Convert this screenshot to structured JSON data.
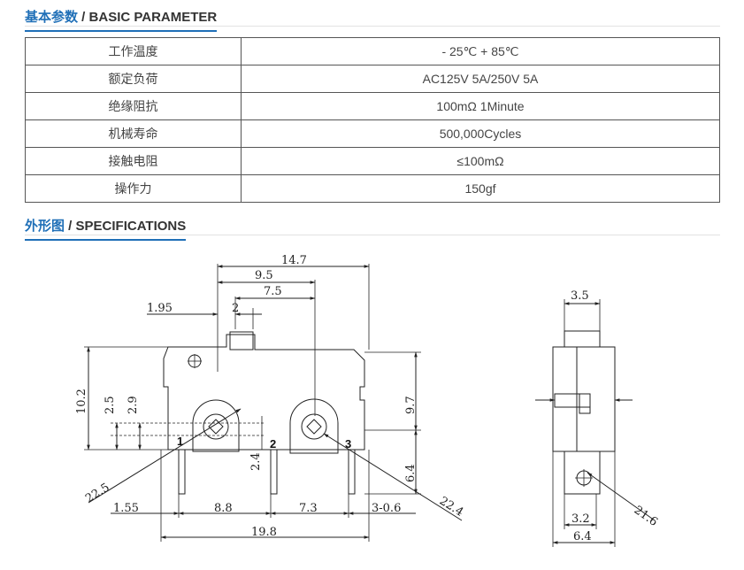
{
  "basic": {
    "title_cn": "基本参数",
    "separator": " / ",
    "title_en": "BASIC PARAMETER",
    "rows": [
      {
        "label": "工作温度",
        "value": "- 25℃ + 85℃"
      },
      {
        "label": "额定负荷",
        "value": "AC125V 5A/250V 5A"
      },
      {
        "label": "绝缘阻抗",
        "value": "100mΩ 1Minute"
      },
      {
        "label": "机械寿命",
        "value": "500,000Cycles"
      },
      {
        "label": "接触电阻",
        "value": "≤100mΩ"
      },
      {
        "label": "操作力",
        "value": "150gf"
      }
    ]
  },
  "specs": {
    "title_cn": "外形图",
    "separator": " / ",
    "title_en": "SPECIFICATIONS"
  },
  "drawing": {
    "dims": {
      "d14_7": "14.7",
      "d9_5": "9.5",
      "d7_5": "7.5",
      "d1_95": "1.95",
      "d2": "2",
      "d10_2": "10.2",
      "d2_5": "2.5",
      "d2_9": "2.9",
      "d9_7": "9.7",
      "d6_4v": "6.4",
      "d2_4": "2.4",
      "d22_5": "22.5",
      "d22_4": "22.4",
      "d1_55": "1.55",
      "d8_8": "8.8",
      "d7_3": "7.3",
      "d3_06": "3-0.6",
      "d19_8": "19.8",
      "d3_5": "3.5",
      "d3_2": "3.2",
      "d6_4h": "6.4",
      "d21_6": "21.6"
    },
    "pins": {
      "p1": "1",
      "p2": "2",
      "p3": "3"
    }
  }
}
